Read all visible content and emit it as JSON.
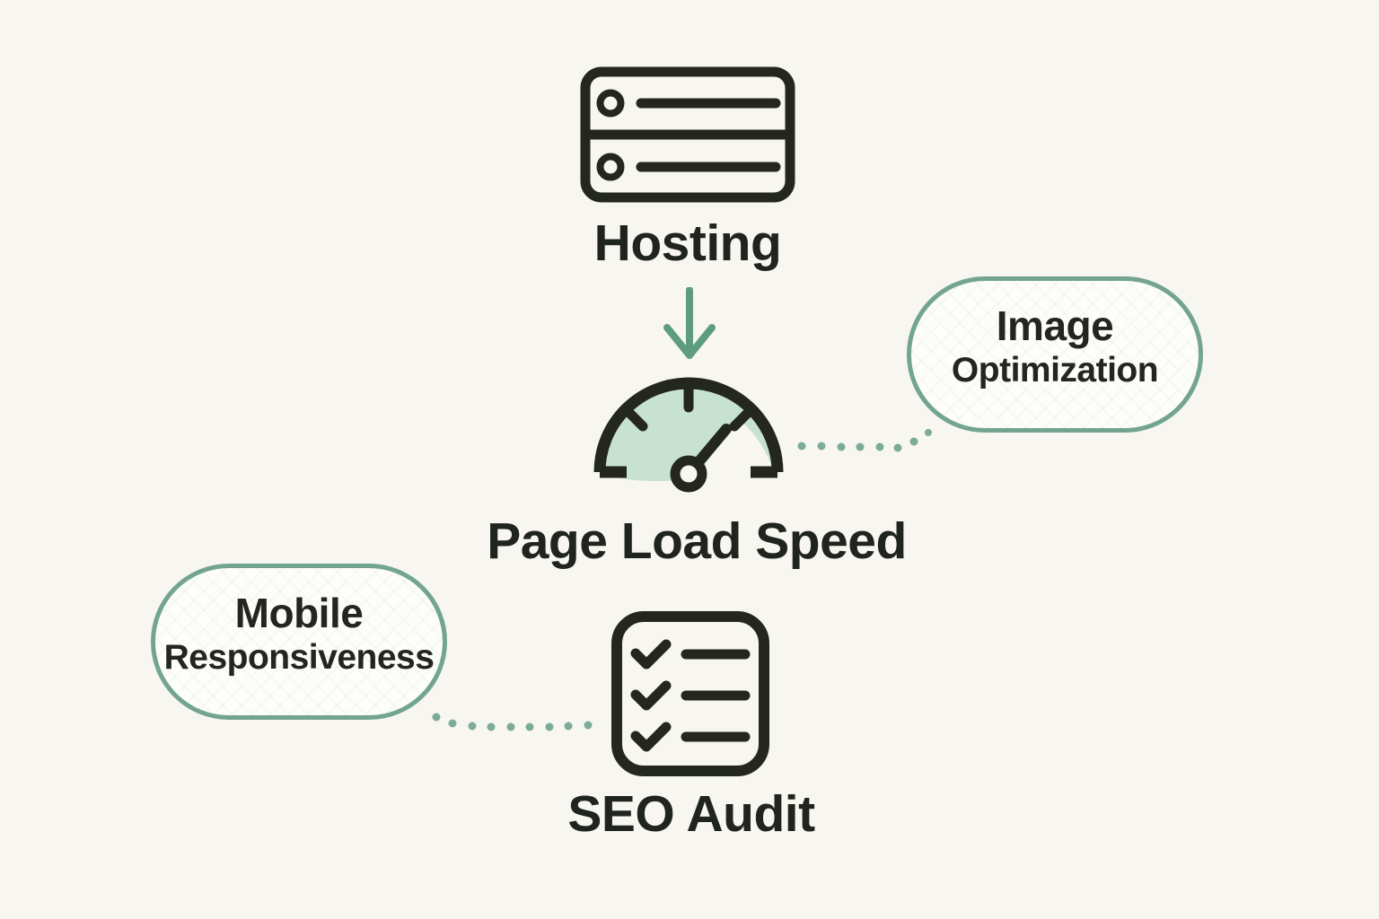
{
  "diagram": {
    "nodes": {
      "hosting": {
        "label": "Hosting",
        "icon": "server-icon"
      },
      "page_load_speed": {
        "label": "Page Load Speed",
        "icon": "speedometer-icon"
      },
      "seo_audit": {
        "label": "SEO Audit",
        "icon": "checklist-icon"
      }
    },
    "callouts": {
      "image_optimization": {
        "line1": "Image",
        "line2": "Optimization"
      },
      "mobile_responsiveness": {
        "line1": "Mobile",
        "line2": "Responsiveness"
      }
    },
    "connectors": [
      {
        "from": "hosting",
        "to": "page_load_speed",
        "style": "solid-arrow",
        "color": "#5d9c7c"
      },
      {
        "from": "page_load_speed",
        "to": "image_optimization",
        "style": "dotted",
        "color": "#7cab97"
      },
      {
        "from": "mobile_responsiveness",
        "to": "seo_audit",
        "style": "dotted",
        "color": "#7cab97"
      }
    ],
    "colors": {
      "background": "#f8f6f0",
      "ink": "#23271f",
      "accent_green": "#5d9c7c",
      "mint": "#c7e2d1",
      "callout_border": "#73a492",
      "dot_green": "#7cab97"
    }
  }
}
